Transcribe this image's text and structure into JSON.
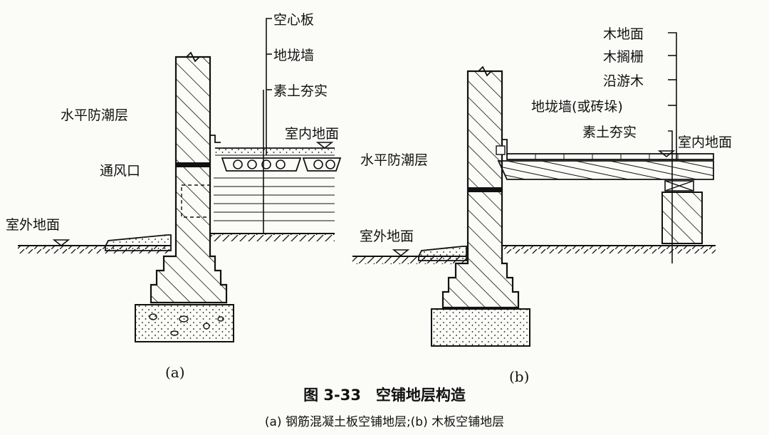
{
  "figure": {
    "title": "图 3-33　空铺地层构造",
    "caption": "(a) 钢筋混凝土板空铺地层;(b) 木板空铺地层"
  },
  "diagram_a": {
    "sublabel": "(a)",
    "labels": {
      "hollow_slab": "空心板",
      "sleeper_wall": "地垅墙",
      "compacted_soil": "素土夯实",
      "dpc": "水平防潮层",
      "indoor_floor": "室内地面",
      "vent": "通风口",
      "outdoor_ground": "室外地面"
    }
  },
  "diagram_b": {
    "sublabel": "(b)",
    "labels": {
      "wood_floor": "木地面",
      "joist": "木搁栅",
      "wall_plate": "沿游木",
      "sleeper_wall_or_pier": "地垅墙(或砖垛)",
      "compacted_soil": "素土夯实",
      "indoor_floor": "室内地面",
      "dpc": "水平防潮层",
      "outdoor_ground": "室外地面"
    }
  },
  "colors": {
    "ink": "#111111",
    "paper": "#fbfbf8"
  }
}
